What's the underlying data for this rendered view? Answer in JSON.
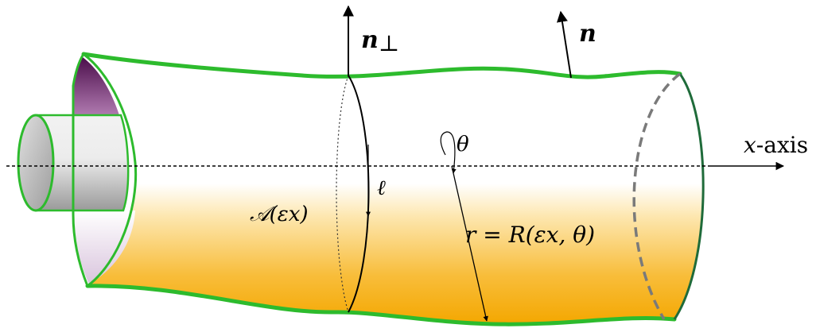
{
  "labels": {
    "n_perp_main": "n",
    "n_perp_sub": "⊥",
    "n": "n",
    "x_axis_var": "x",
    "x_axis_word": "-axis",
    "theta": "θ",
    "ell": "ℓ",
    "area": "𝒜(εx)",
    "radius": "r = R(εx, θ)"
  },
  "colors": {
    "tube_outline": "#2dbb2d",
    "tube_end_outline": "#1f6b3a",
    "fill_bottom": "#f4a700",
    "fill_top": "#ffffff",
    "end_cap_dash": "#7a7a7a",
    "inner_pipe_gray": "#a8a8a8",
    "cutout_purple": "#5a1458"
  }
}
